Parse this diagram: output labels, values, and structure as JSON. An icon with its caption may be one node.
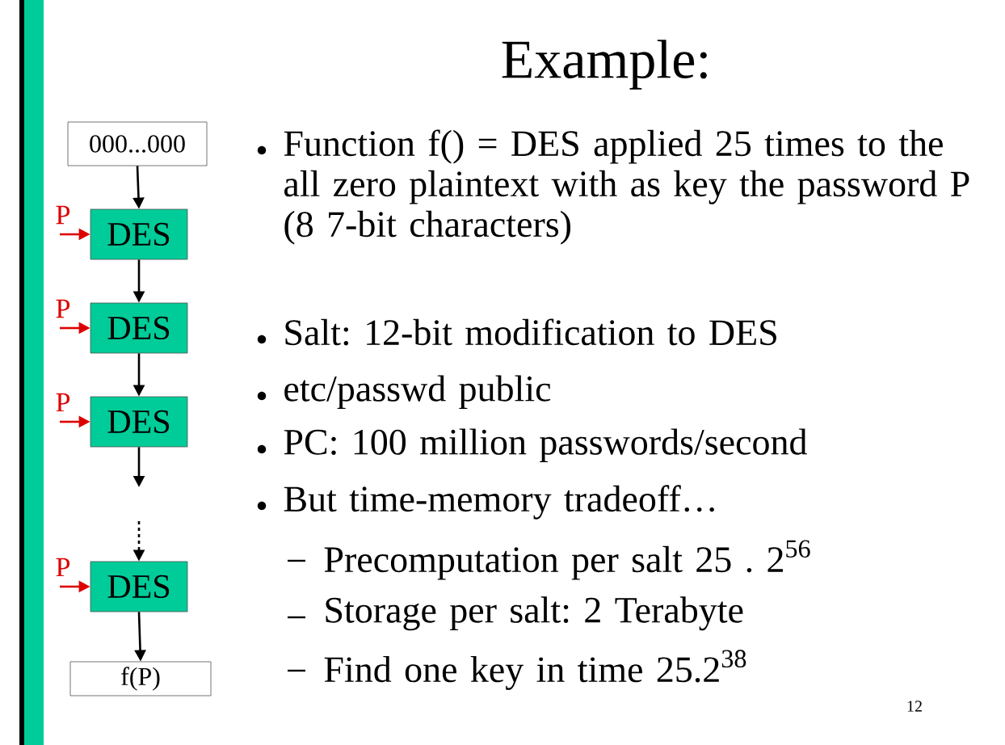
{
  "diagram": {
    "title": "Example:",
    "nodes": [
      {
        "text": [
          "000...000"
        ]
      },
      {
        "text": [
          "DES"
        ]
      },
      {
        "text": [
          "DES"
        ]
      },
      {
        "text": [
          "DES"
        ]
      },
      {
        "text": [
          "DES"
        ]
      },
      {
        "text": [
          "f(P)"
        ]
      }
    ],
    "edges": [
      {
        "from": 0,
        "to": 1,
        "arrow": "to"
      },
      {
        "from": null,
        "to": 1,
        "arrow": "to",
        "label": "P",
        "color": "#dd0000"
      },
      {
        "from": 1,
        "to": 2,
        "arrow": "to"
      },
      {
        "from": null,
        "to": 2,
        "arrow": "to",
        "label": "P",
        "color": "#dd0000"
      },
      {
        "from": 2,
        "to": 3,
        "arrow": "to"
      },
      {
        "from": null,
        "to": 3,
        "arrow": "to",
        "label": "P",
        "color": "#dd0000"
      },
      {
        "from": 3,
        "to": null,
        "arrow": "to"
      },
      {
        "from": null,
        "to": 4,
        "arrow": "to",
        "style": "dashed"
      },
      {
        "from": null,
        "to": 4,
        "arrow": "to",
        "label": "P",
        "color": "#dd0000"
      },
      {
        "from": 4,
        "to": 5,
        "arrow": "to"
      }
    ],
    "labels": [
      "Function f() = DES applied 25 times to the all zero plaintext with as key the password P (8 7-bit characters)",
      "Salt: 12-bit modification to DES",
      "etc/passwd public",
      "PC: 100 million passwords/second",
      "But time-memory tradeoff…",
      "Precomputation per salt 25 . 2$^{56}$",
      "Storage per salt: 2 Terabyte",
      "Find one key in time 25.2$^{38}$",
      "12"
    ]
  }
}
